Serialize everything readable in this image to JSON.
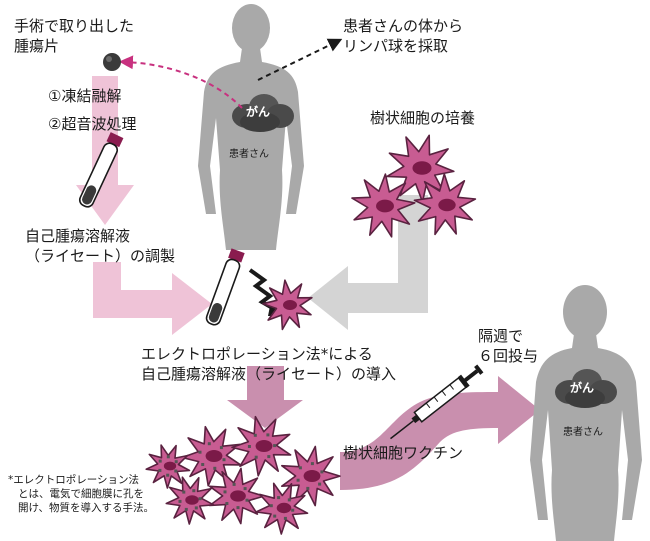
{
  "labels": {
    "tumor_piece": [
      "手術で取り出した",
      "腫瘍片"
    ],
    "step1": "①凍結融解",
    "step2": "②超音波処理",
    "lysate": [
      "自己腫瘍溶解液",
      "（ライセート）の調製"
    ],
    "lymph": [
      "患者さんの体から",
      "リンパ球を採取"
    ],
    "culture": "樹状細胞の培養",
    "cancer_top": "がん",
    "patient_top": "患者さん",
    "electro": [
      "エレクトロポレーション法*による",
      "自己腫瘍溶解液（ライセート）の導入"
    ],
    "schedule": [
      "隔週で",
      "６回投与"
    ],
    "vaccine": "樹状細胞ワクチン",
    "cancer_right": "がん",
    "patient_right": "患者さん",
    "footnote": [
      "*エレクトロポレーション法",
      "とは、電気で細胞膜に孔を",
      "開け、物質を導入する手法。"
    ]
  },
  "colors": {
    "pink_arrow": "#efc3d7",
    "gray_arrow": "#d4d4d4",
    "mauve_arrow": "#c98fae",
    "cell_fill": "#c85c92",
    "cell_stroke": "#5a2240",
    "nucleus": "#7b1a48",
    "body_gray": "#a9a9a9",
    "magenta": "#c8317f"
  }
}
